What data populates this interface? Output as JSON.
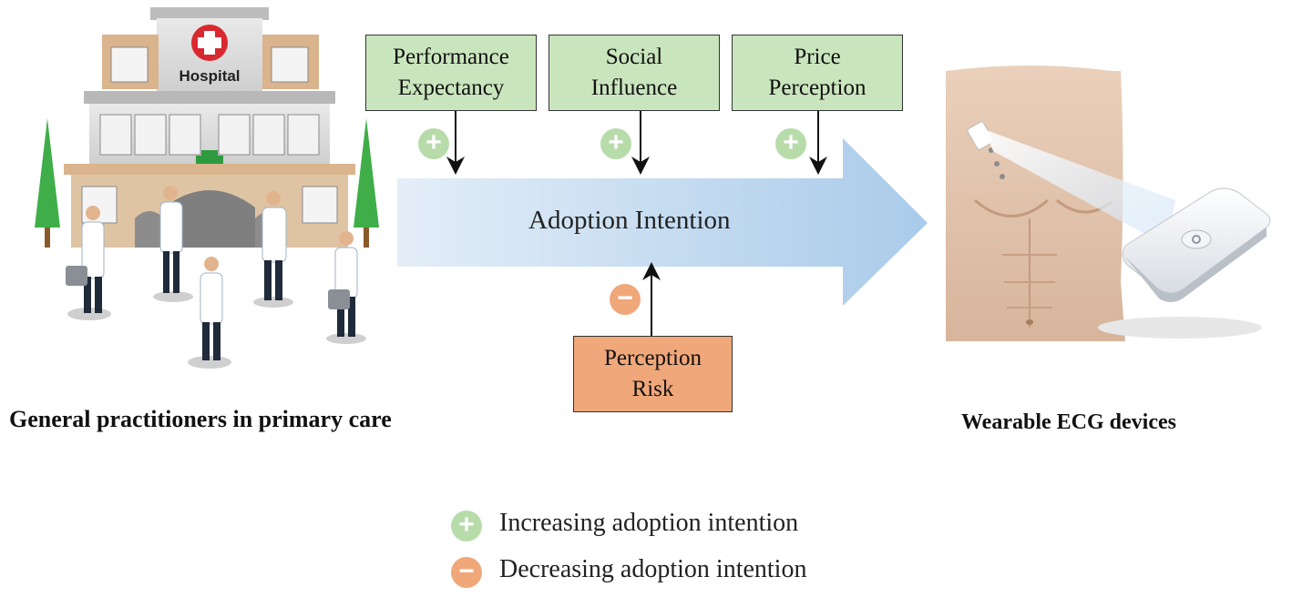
{
  "hospital_sign": "Hospital",
  "left_caption": "General practitioners in primary care",
  "right_caption": "Wearable ECG devices",
  "arrow_label": "Adoption Intention",
  "factors": {
    "performance": [
      "Performance",
      "Expectancy"
    ],
    "social": [
      "Social",
      "Influence"
    ],
    "price": [
      "Price",
      "Perception"
    ],
    "risk": [
      "Perception",
      "Risk"
    ]
  },
  "badges": {
    "plus": "+",
    "minus": "−"
  },
  "legend": {
    "increase": "Increasing adoption intention",
    "decrease": "Decreasing adoption intention"
  },
  "colors": {
    "positive_box": "#c9e5bd",
    "negative_box": "#f0a77a",
    "arrow_fill": "#bcd8ef"
  }
}
